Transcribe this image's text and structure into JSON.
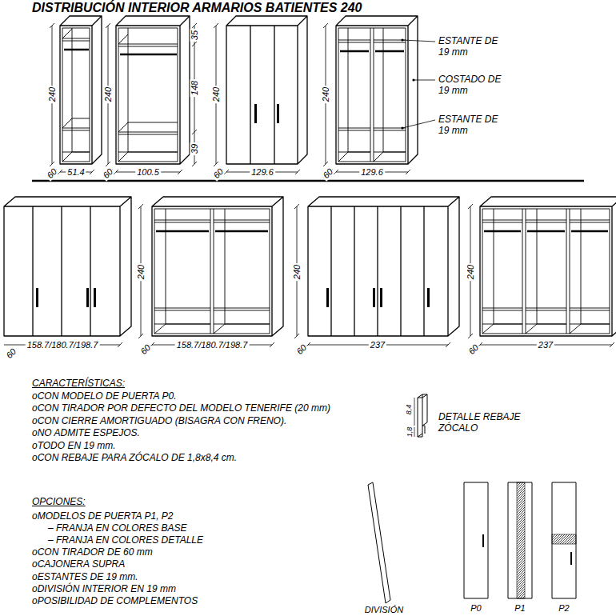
{
  "diagram": {
    "title": "DISTRIBUCIÓN INTERIOR ARMARIOS BATIENTES 240",
    "labels": [
      "240",
      "60",
      "51.4",
      "240",
      "35",
      "148",
      "39",
      "60",
      "100.5",
      "240",
      "60",
      "129.6",
      "240",
      "60",
      "129.6",
      "ESTANTE DE 19 mm",
      "COSTADO DE 19 mm",
      "ESTANTE DE 19 mm",
      "60",
      "158.7/180.7/198.7",
      "240",
      "60",
      "158.7/180.7/198.7",
      "240",
      "60",
      "237",
      "240",
      "60",
      "237",
      "CARACTERÍSTICAS:",
      "oCON MODELO DE PUERTA P0.",
      "oCON TIRADOR POR DEFECTO DEL MODELO TENERIFE (20 mm)",
      "oCON CIERRE AMORTIGUADO (BISAGRA CON FRENO).",
      "oNO ADMITE ESPEJOS.",
      "oTODO EN 19 mm.",
      "oCON REBAJE PARA ZÓCALO DE 1,8x8,4 cm.",
      "8,4",
      "1,8",
      "DETALLE REBAJE ZÓCALO",
      "OPCIONES:",
      "oMODELOS DE PUERTA P1, P2",
      "– FRANJA EN COLORES BASE",
      "– FRANJA EN COLORES DETALLE",
      "oCON TIRADOR DE 60 mm",
      "oCAJONERA SUPRA",
      "oESTANTES DE 19 mm.",
      "oDIVISIÓN INTERIOR EN 19 mm",
      "oPOSIBILIDAD DE COMPLEMENTOS",
      "DIVISIÓN",
      "P0",
      "P1",
      "P2"
    ]
  }
}
